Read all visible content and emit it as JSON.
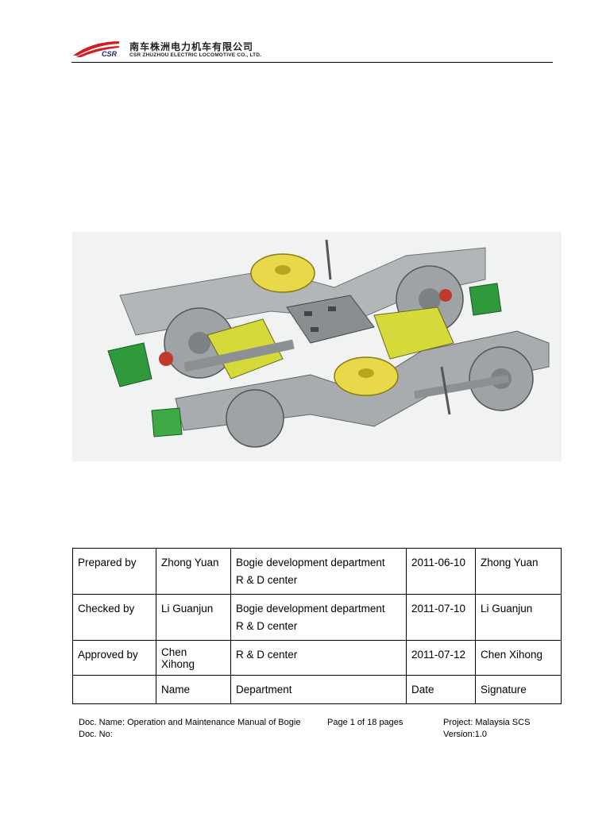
{
  "header": {
    "logo_text": "CSR",
    "company_cn": "南车株洲电力机车有限公司",
    "company_en": "CSR ZHUZHOU ELECTRIC LOCOMOTIVE CO., LTD."
  },
  "signoff_table": {
    "rows": [
      {
        "role": "Prepared by",
        "name": "Zhong Yuan",
        "department": [
          "Bogie development department",
          "R & D center"
        ],
        "date": "2011-06-10",
        "signature": "Zhong Yuan"
      },
      {
        "role": "Checked by",
        "name": "Li Guanjun",
        "department": [
          "Bogie development department",
          "R & D center"
        ],
        "date": "2011-07-10",
        "signature": "Li Guanjun"
      },
      {
        "role": "Approved by",
        "name": [
          "Chen",
          "Xihong"
        ],
        "department": [
          "R & D center"
        ],
        "date": "2011-07-12",
        "signature": "Chen Xihong"
      }
    ],
    "header_row": {
      "role": "",
      "name": "Name",
      "department": "Department",
      "date": "Date",
      "signature": "Signature"
    }
  },
  "footer": {
    "doc_name": "Doc. Name: Operation and Maintenance Manual of Bogie",
    "doc_no": "Doc. No:",
    "page": "Page 1 of 18 pages",
    "project": "Project: Malaysia SCS",
    "version": "Version:1.0"
  },
  "colors": {
    "brand_red": "#d71920",
    "frame_grey": "#a9acae",
    "spring_yellow": "#e8d84a",
    "motor_green": "#6fbf2e",
    "brake_green": "#2f9a3b"
  }
}
